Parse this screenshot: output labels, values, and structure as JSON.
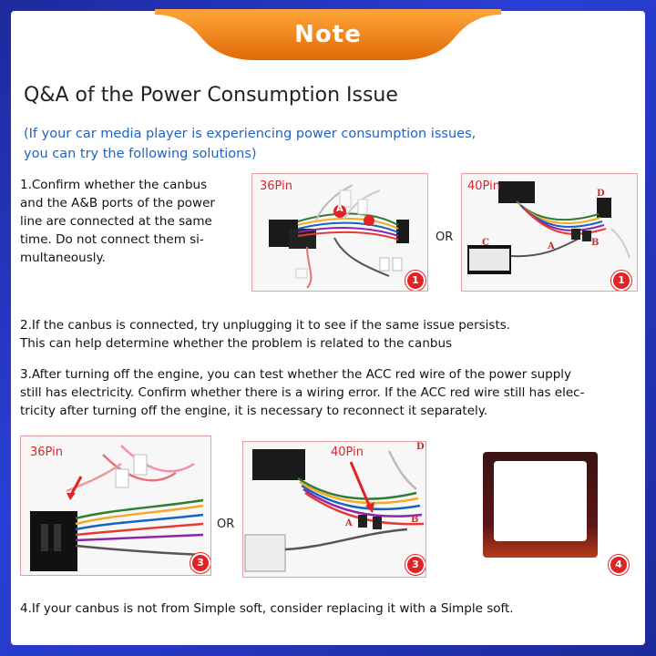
{
  "banner": {
    "title": "Note"
  },
  "heading": "Q&A of the Power Consumption Issue",
  "subheading": {
    "line1": "(If your car media player is experiencing power consumption issues,",
    "line2": "you can try the following solutions)"
  },
  "step1": {
    "lines": [
      "1.Confirm whether the canbus",
      "and the A&B ports of the power",
      "line are connected at the same",
      "time. Do not connect them si-",
      "multaneously."
    ],
    "image_left_label": "36Pin",
    "image_right_label": "40Pin",
    "or": "OR",
    "badge_left": "1",
    "badge_right": "1",
    "marker_a": "A",
    "marker_b": "B",
    "marker_c": "C",
    "marker_d": "D"
  },
  "step2": {
    "lines": [
      "2.If the canbus is connected, try unplugging it to see if the same issue persists.",
      "This can help determine whether the problem is related to the canbus"
    ]
  },
  "step3": {
    "lines": [
      "3.After turning off the engine, you can test whether the ACC red wire of the power supply",
      "still has electricity. Confirm whether there is a wiring error. If the ACC red wire still has elec-",
      "tricity after turning off the engine, it is necessary to reconnect it separately."
    ],
    "image_left_label": "36Pin",
    "image_mid_label": "40Pin",
    "or": "OR",
    "badge_left": "3",
    "badge_mid": "3",
    "badge_right": "4",
    "marker_a": "A",
    "marker_b": "B",
    "marker_d": "D"
  },
  "step4": {
    "text": "4.If your canbus is not from Simple soft, consider replacing it with a Simple soft."
  },
  "colors": {
    "frame": "#1d2a9e",
    "banner": "#f07f14",
    "accent_blue": "#1f63c6",
    "red": "#d9262b"
  }
}
